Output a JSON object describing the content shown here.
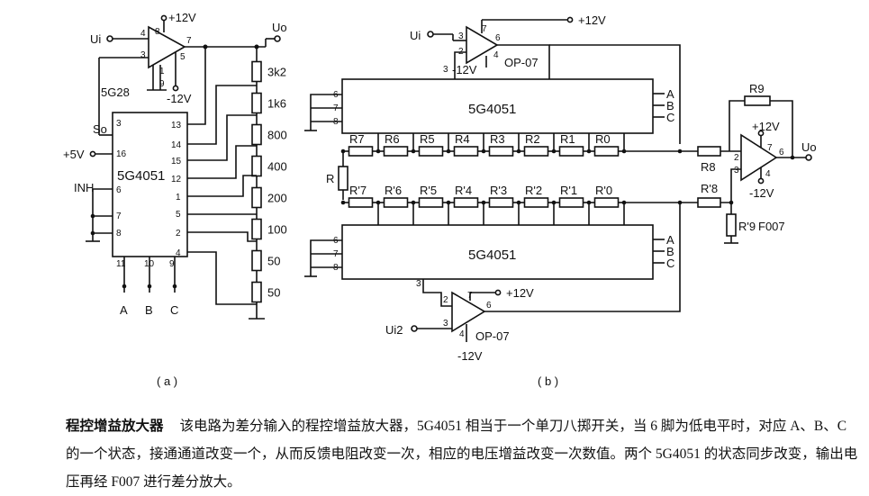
{
  "panel_a": {
    "label": "( a )",
    "chip": "5G4051",
    "opamp": "5G28",
    "supply_pos": "+12V",
    "supply_neg": "-12V",
    "supply_5v": "+5V",
    "input": "Ui",
    "output": "Uo",
    "so": "So",
    "inh": "INH",
    "resistors": [
      "3k2",
      "1k6",
      "800",
      "400",
      "200",
      "100",
      "50",
      "50"
    ],
    "selects": [
      "A",
      "B",
      "C"
    ]
  },
  "panel_b": {
    "label": "( b )",
    "chip_top": "5G4051",
    "chip_bottom": "5G4051",
    "op_top": "OP-07",
    "op_bottom": "OP-07",
    "op_out": "F007",
    "in1": "Ui",
    "in2": "Ui2",
    "output": "Uo",
    "plus12": "+12V",
    "minus12": "-12V",
    "top_resistors": [
      "R7",
      "R6",
      "R5",
      "R4",
      "R3",
      "R2",
      "R1",
      "R0"
    ],
    "bottom_resistors": [
      "R'7",
      "R'6",
      "R'5",
      "R'4",
      "R'3",
      "R'2",
      "R'1",
      "R'0"
    ],
    "r": "R",
    "r8": "R8",
    "r9": "R9",
    "r8p": "R'8",
    "r9p": "R'9",
    "selects": [
      "A",
      "B",
      "C"
    ]
  },
  "caption": {
    "title": "程控增益放大器",
    "body": "该电路为差分输入的程控增益放大器，5G4051 相当于一个单刀八掷开关，当 6 脚为低电平时，对应 A、B、C 的一个状态，接通通道改变一个，从而反馈电阻改变一次，相应的电压增益改变一次数值。两个 5G4051 的状态同步改变，输出电压再经 F007 进行差分放大。"
  }
}
